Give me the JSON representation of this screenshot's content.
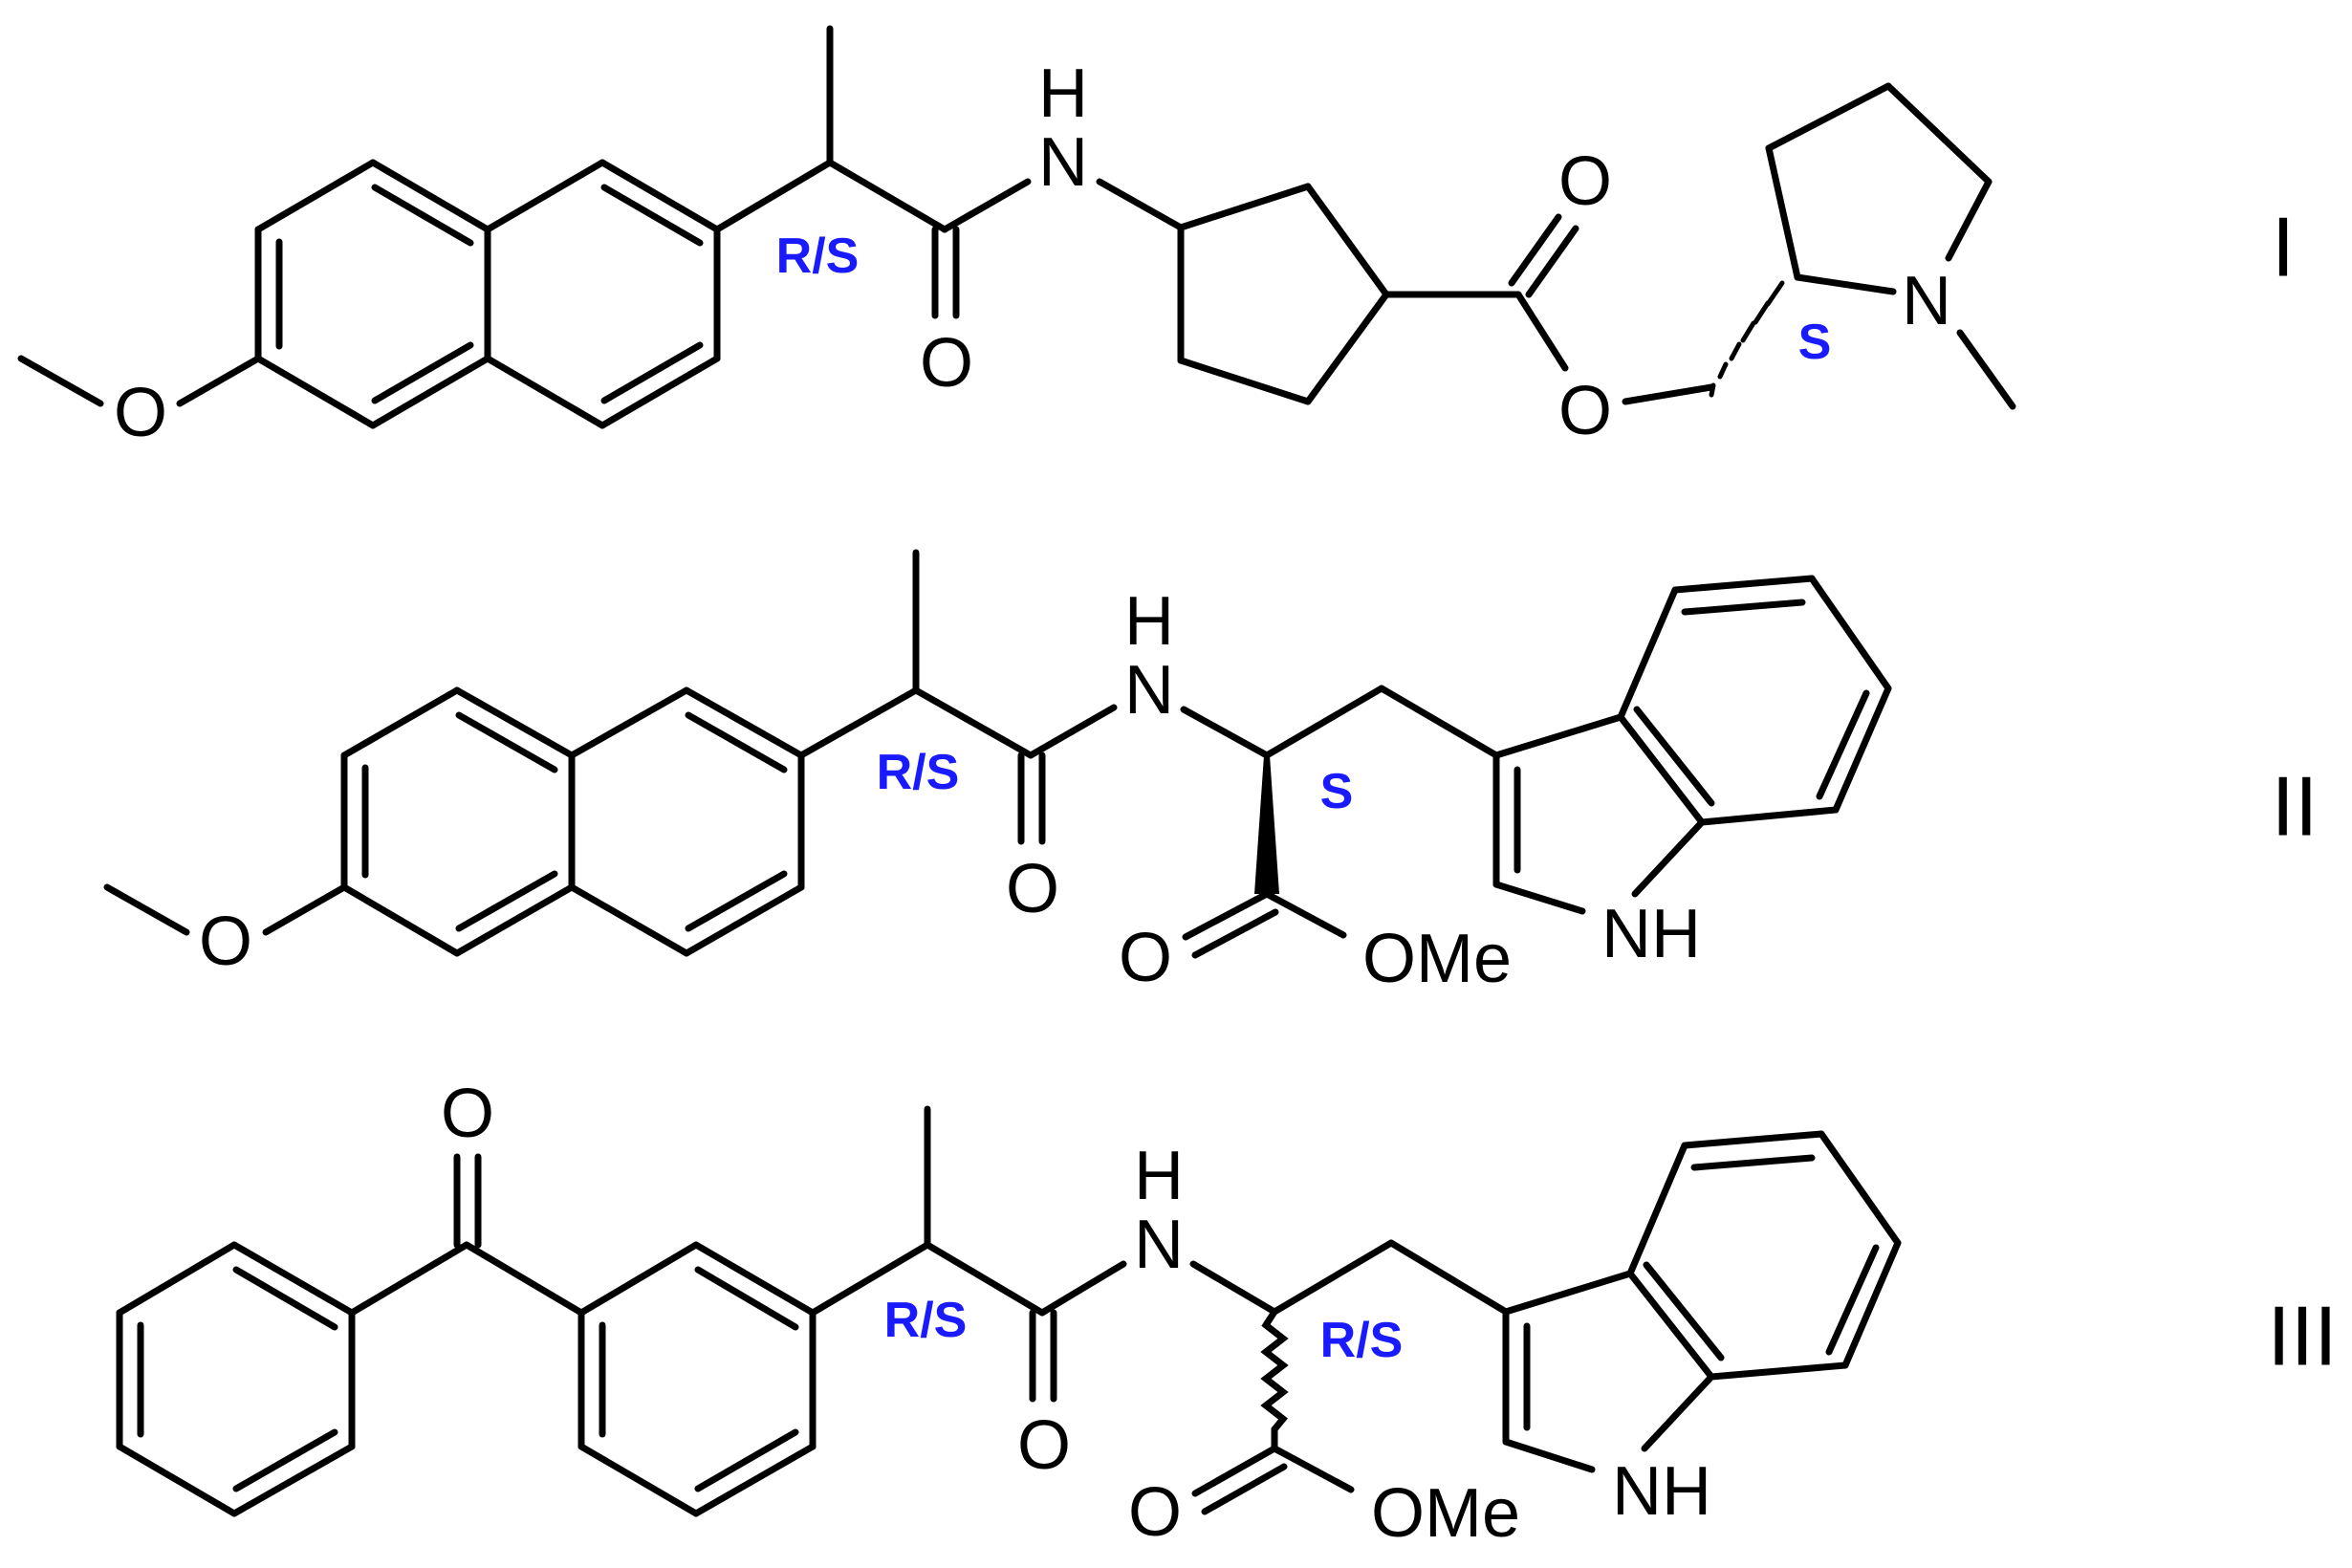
{
  "colors": {
    "bond": "#000000",
    "stereo_label": "#1a1aff",
    "background": "#ffffff"
  },
  "compounds": [
    {
      "label": "I",
      "atoms": {
        "o_methoxy": "O",
        "nh": "N",
        "h": "H",
        "o_amide": "O",
        "o_ester_dbl": "O",
        "o_ester": "O",
        "n_pyrrolidine": "N"
      },
      "stereo": {
        "alpha": "R/S",
        "prolinol": "S"
      }
    },
    {
      "label": "II",
      "atoms": {
        "o_methoxy": "O",
        "nh": "N",
        "h": "H",
        "o_amide": "O",
        "o_ester_dbl": "O",
        "ome": "OMe",
        "indole_nh": "NH"
      },
      "stereo": {
        "alpha": "R/S",
        "trp": "S"
      }
    },
    {
      "label": "III",
      "atoms": {
        "o_ketone": "O",
        "nh": "N",
        "h": "H",
        "o_amide": "O",
        "o_ester_dbl": "O",
        "ome": "OMe",
        "indole_nh": "NH"
      },
      "stereo": {
        "alpha": "R/S",
        "trp": "R/S"
      }
    }
  ]
}
